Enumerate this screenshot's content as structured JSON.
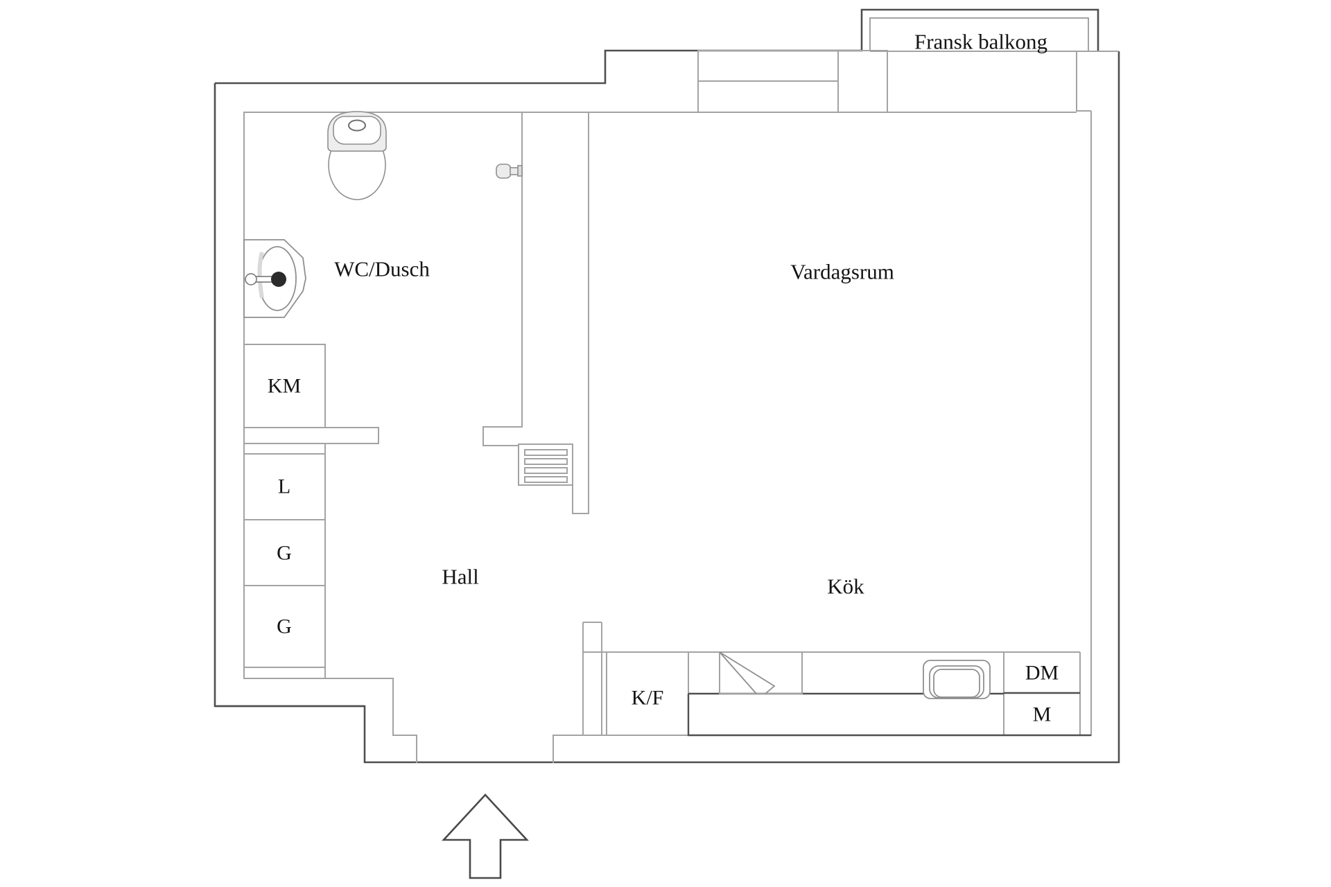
{
  "plan": {
    "type": "apartment-floor-plan",
    "labels": {
      "balcony": "Fransk balkong",
      "bathroom": "WC/Dusch",
      "living_room": "Vardagsrum",
      "hall": "Hall",
      "kitchen": "Kök",
      "washing_machine": "KM",
      "linen_cabinet": "L",
      "wardrobe_1": "G",
      "wardrobe_2": "G",
      "fridge_freezer": "K/F",
      "dishwasher": "DM",
      "microwave": "M"
    },
    "colors": {
      "outer_wall": "#4f4f4f",
      "inner_wall": "#a3a3a3",
      "fixture_line": "#8f8f8f",
      "fixture_fill": "#ececec",
      "text": "#141414",
      "background": "#ffffff"
    }
  }
}
